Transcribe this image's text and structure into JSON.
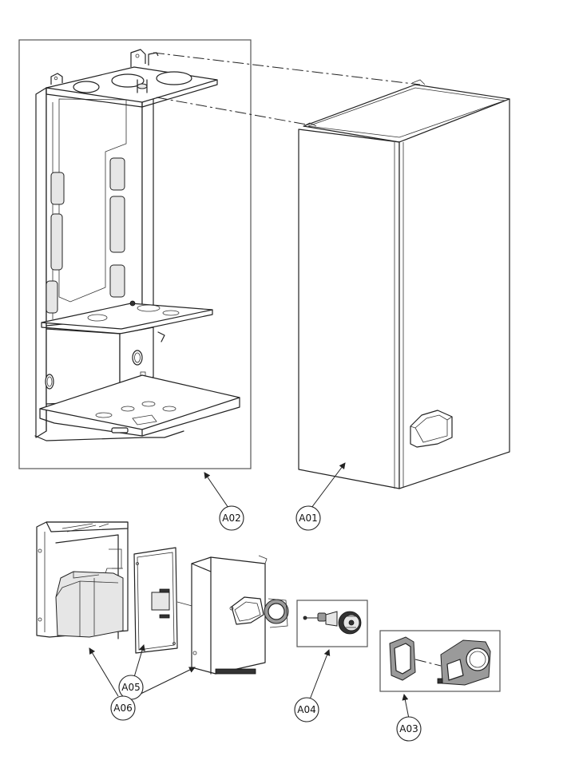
{
  "callouts": {
    "a01": "A01",
    "a02": "A02",
    "a03": "A03",
    "a04": "A04",
    "a05": "A05",
    "a06": "A06"
  }
}
